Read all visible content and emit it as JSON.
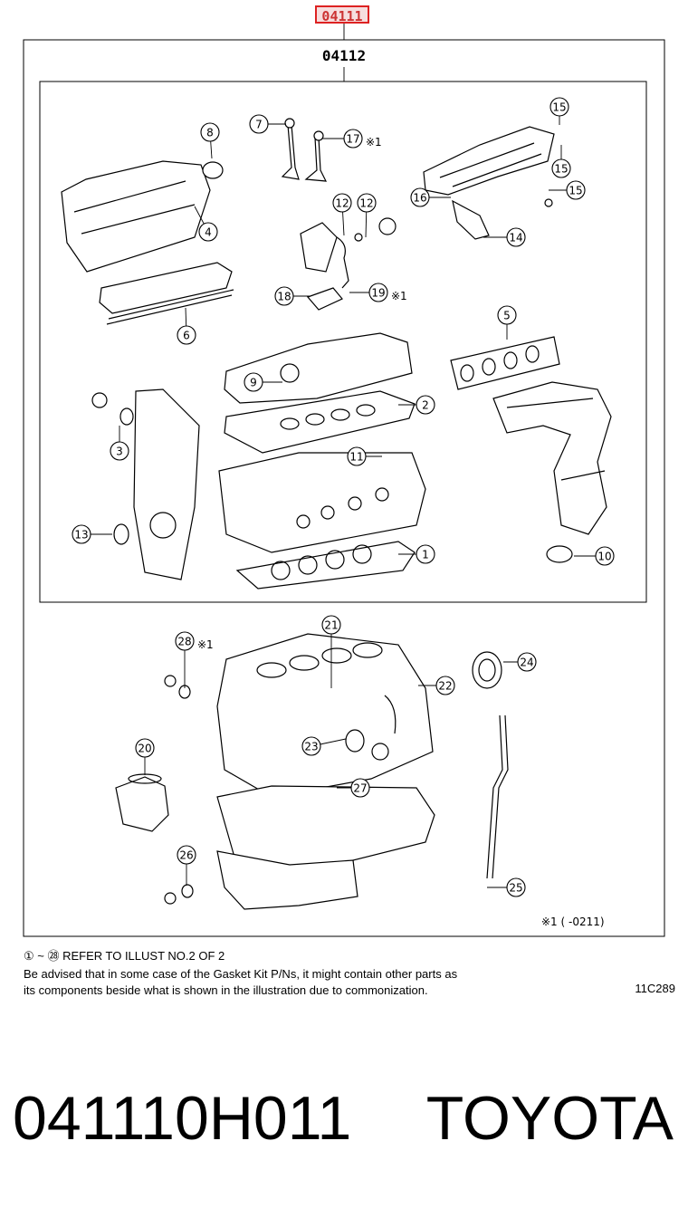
{
  "header": {
    "kit_code": "04111",
    "sub_kit_code": "04112"
  },
  "callouts": [
    {
      "id": "c8",
      "num": "8"
    },
    {
      "id": "c4",
      "num": "4"
    },
    {
      "id": "c6",
      "num": "6"
    },
    {
      "id": "c7",
      "num": "7"
    },
    {
      "id": "c17",
      "num": "17",
      "mark": "※1"
    },
    {
      "id": "c12a",
      "num": "12"
    },
    {
      "id": "c12b",
      "num": "12"
    },
    {
      "id": "c18",
      "num": "18"
    },
    {
      "id": "c19",
      "num": "19",
      "mark": "※1"
    },
    {
      "id": "c15a",
      "num": "15"
    },
    {
      "id": "c15b",
      "num": "15"
    },
    {
      "id": "c15c",
      "num": "15"
    },
    {
      "id": "c16",
      "num": "16"
    },
    {
      "id": "c14",
      "num": "14"
    },
    {
      "id": "c5",
      "num": "5"
    },
    {
      "id": "c9",
      "num": "9"
    },
    {
      "id": "c2",
      "num": "2"
    },
    {
      "id": "c3",
      "num": "3"
    },
    {
      "id": "c11",
      "num": "11"
    },
    {
      "id": "c13",
      "num": "13"
    },
    {
      "id": "c1",
      "num": "1"
    },
    {
      "id": "c10",
      "num": "10"
    },
    {
      "id": "c28",
      "num": "28",
      "mark": "※1"
    },
    {
      "id": "c21",
      "num": "21"
    },
    {
      "id": "c22",
      "num": "22"
    },
    {
      "id": "c24",
      "num": "24"
    },
    {
      "id": "c23",
      "num": "23"
    },
    {
      "id": "c20",
      "num": "20"
    },
    {
      "id": "c27",
      "num": "27"
    },
    {
      "id": "c26",
      "num": "26"
    },
    {
      "id": "c25",
      "num": "25"
    }
  ],
  "applicability_note": "※1 (      -0211)",
  "notes": {
    "refer": "① ~ ㉘ REFER TO ILLUST NO.2 OF 2",
    "advice_line1": "Be advised that in some case of the Gasket Kit P/Ns,  it might contain other parts as",
    "advice_line2": "its components beside what is shown in the illustration due to commonization.",
    "illustration_id": "11C289"
  },
  "footer": {
    "part_number": "041110H011",
    "brand": "TOYOTA"
  }
}
